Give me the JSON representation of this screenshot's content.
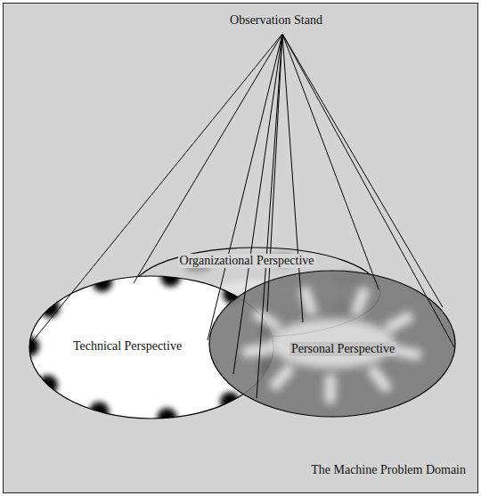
{
  "diagram": {
    "nodes": [
      {
        "text": [
          "The Machine Problem Domain"
        ]
      },
      {
        "text": [
          "Organizational Perspective"
        ],
        "in": 0
      },
      {
        "text": [
          "Technical Perspective"
        ],
        "in": 0
      },
      {
        "text": [
          "Personal Perspective"
        ],
        "in": 0
      }
    ],
    "labels": [
      "Observation Stand"
    ]
  }
}
